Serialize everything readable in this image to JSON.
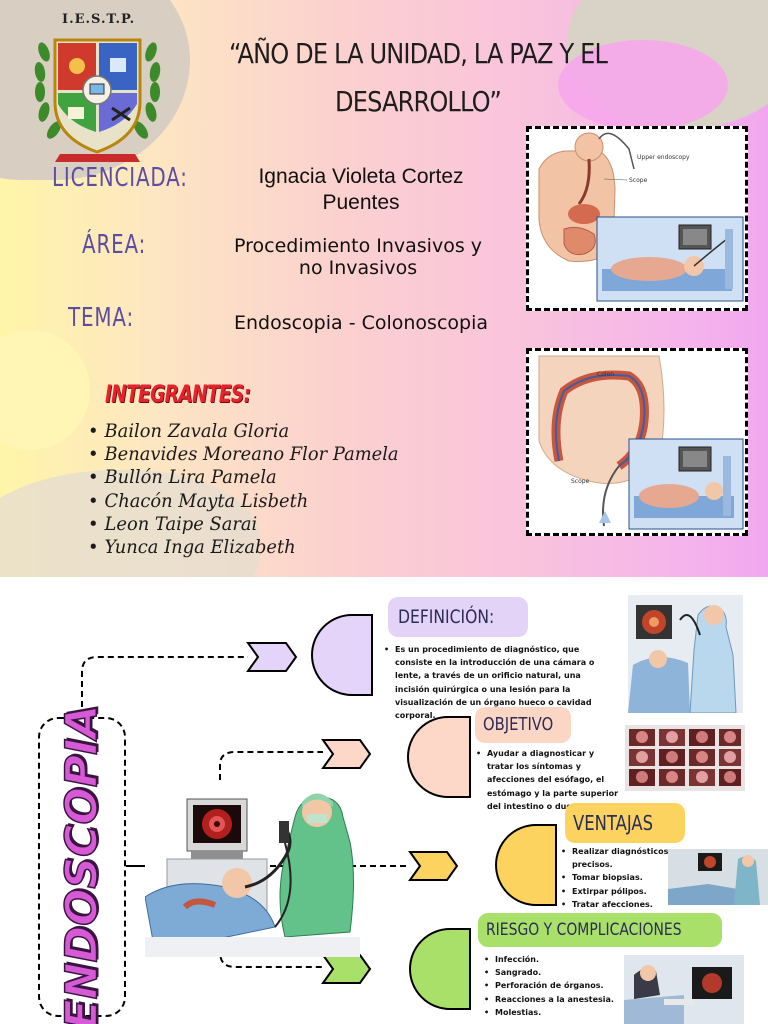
{
  "header": {
    "logo_text": "I.E.S.T.P.",
    "title": "“AÑO DE LA UNIDAD, LA PAZ Y EL DESARROLLO”"
  },
  "fields": {
    "licenciada": {
      "label": "LICENCIADA:",
      "value": "Ignacia Violeta Cortez Puentes"
    },
    "area": {
      "label": "ÁREA:",
      "value": "Procedimiento Invasivos y no Invasivos"
    },
    "tema": {
      "label": "TEMA:",
      "value": "Endoscopia - Colonoscopia"
    }
  },
  "integrantes": {
    "title": "INTEGRANTES:",
    "members": [
      "Bailon Zavala  Gloria",
      "Benavides Moreano Flor Pamela",
      "Bullón Lira Pamela",
      "Chacón Mayta Lisbeth",
      "Leon Taipe Sarai",
      "Yunca Inga Elizabeth"
    ]
  },
  "illustrations": {
    "upper_endoscopy_label": "Upper endoscopy",
    "scope_label": "Scope",
    "colon_label": "Colon",
    "scope_label_2": "Scope"
  },
  "mindmap": {
    "title": "ENDOSCOPIA",
    "sections": [
      {
        "tag": "DEFINICIÓN:",
        "color": "#e3d3f7",
        "items": [
          "Es un procedimiento de diagnóstico, que consiste en la introducción de una cámara o lente, a través de un orificio natural, una incisión quirúrgica o una lesión para la visualización de un órgano hueco o cavidad corporal."
        ]
      },
      {
        "tag": "OBJETIVO",
        "color": "#fbd6c4",
        "items": [
          "Ayudar a diagnosticar y tratar los síntomas y afecciones del esófago, el estómago y la parte superior del intestino o duodeno."
        ]
      },
      {
        "tag": "VENTAJAS",
        "color": "#fbd35e",
        "items": [
          "Realizar diagnósticos precisos.",
          "Tomar biopsias.",
          "Extirpar pólipos.",
          "Tratar afecciones."
        ]
      },
      {
        "tag": "RIESGO Y COMPLICACIONES",
        "color": "#a8e06a",
        "items": [
          "Infección.",
          "Sangrado.",
          "Perforación de órganos.",
          "Reacciones a la  anestesia.",
          "Molestias."
        ]
      }
    ]
  }
}
